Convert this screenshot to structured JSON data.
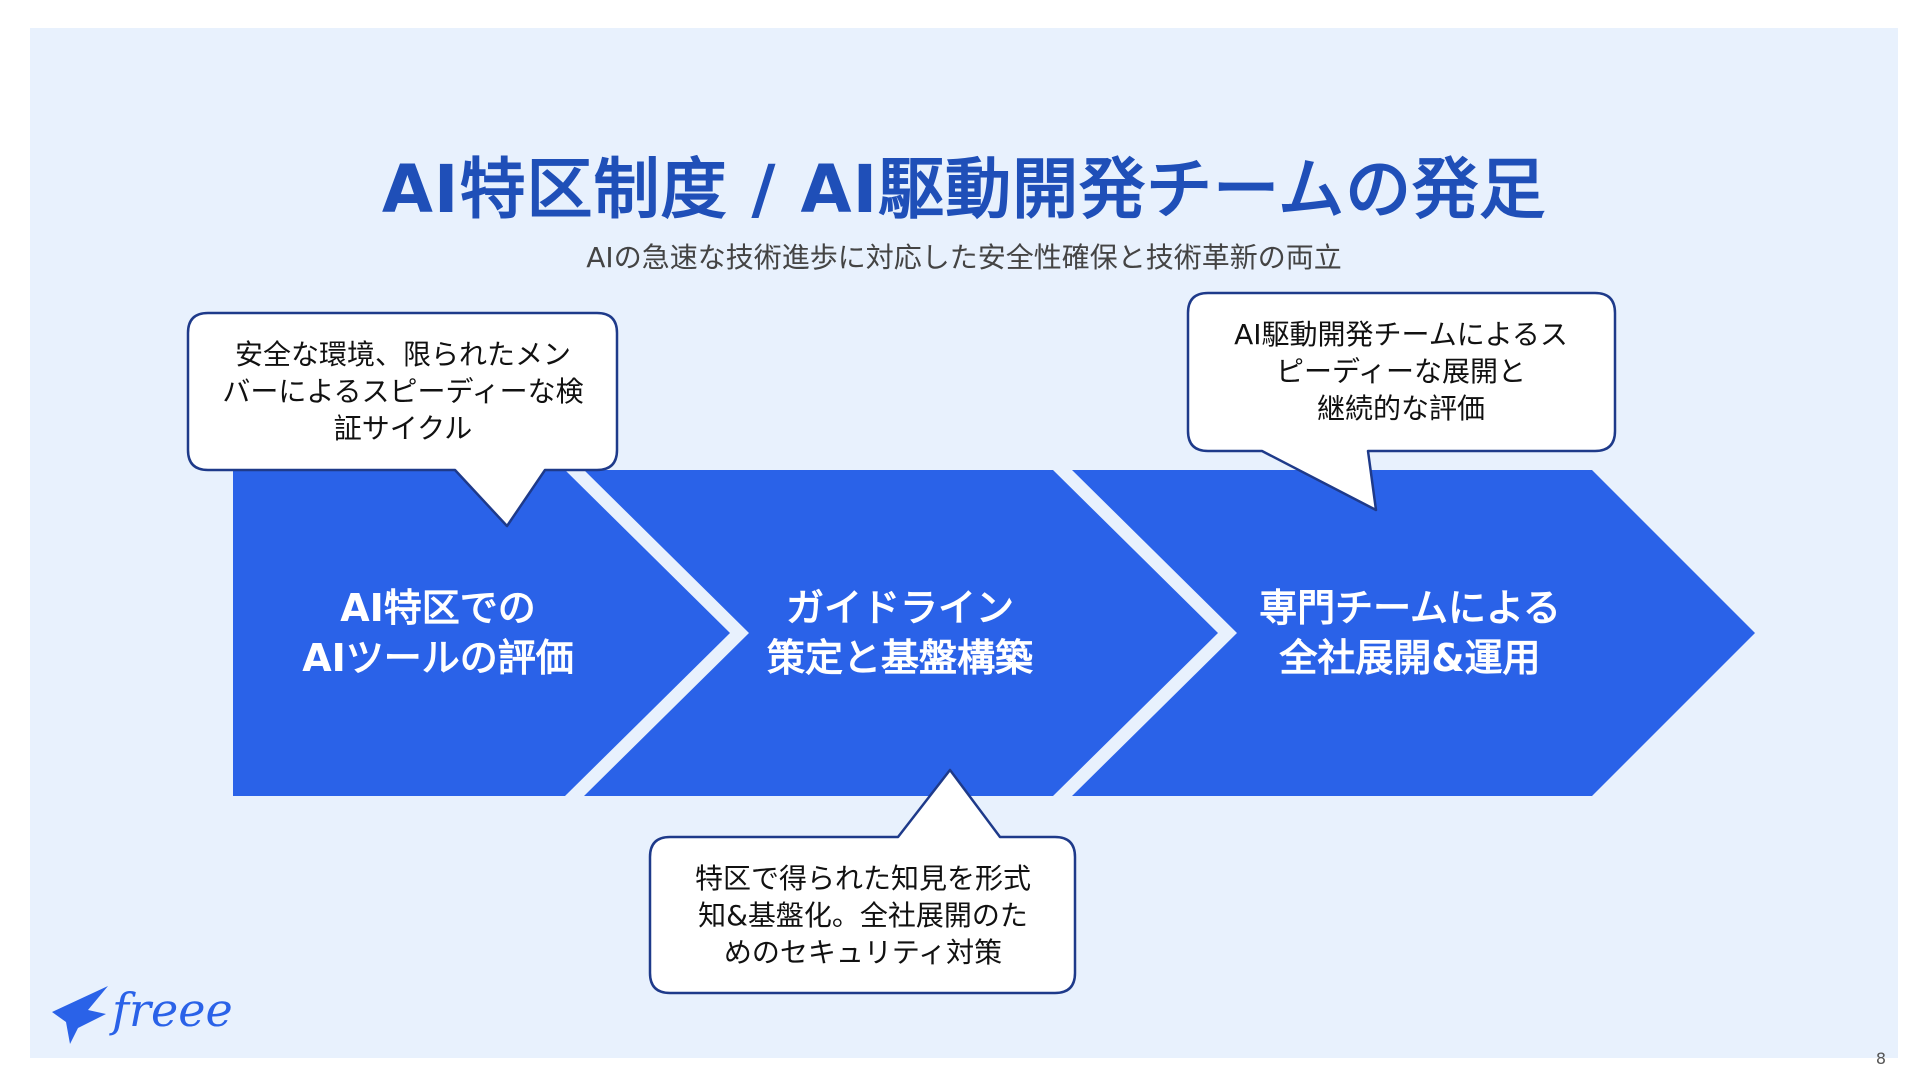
{
  "slide": {
    "title": "AI特区制度 / AI駆動開発チームの発足",
    "subtitle": "AIの急速な技術進歩に対応した安全性確保と技術革新の両立",
    "page_number": "8"
  },
  "steps": [
    {
      "lines": [
        "AI特区での",
        "AIツールの評価"
      ]
    },
    {
      "lines": [
        "ガイドライン",
        "策定と基盤構築"
      ]
    },
    {
      "lines": [
        "専門チームによる",
        "全社展開&運用"
      ]
    }
  ],
  "callouts": [
    {
      "lines": [
        "安全な環境、限られたメン",
        "バーによるスピーディーな検",
        "証サイクル"
      ]
    },
    {
      "lines": [
        "特区で得られた知見を形式",
        "知&基盤化。全社展開のた",
        "めのセキュリティ対策"
      ]
    },
    {
      "lines": [
        "AI駆動開発チームによるス",
        "ピーディーな展開と",
        "継続的な評価"
      ]
    }
  ],
  "colors": {
    "background": "#e8f1fd",
    "title": "#1f4fb8",
    "arrow_fill": "#2a62e8",
    "bubble_border": "#1e3a8a"
  },
  "logo": {
    "text": "freee",
    "icon": "freee-bird-icon"
  }
}
